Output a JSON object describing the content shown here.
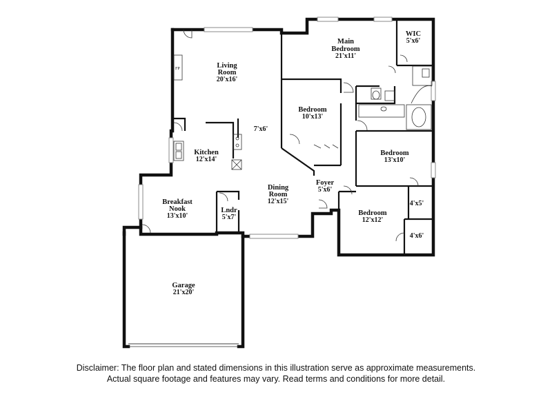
{
  "rooms": {
    "living": {
      "name": "Living",
      "name2": "Room",
      "dim": "20'x16'"
    },
    "main_bedroom": {
      "name": "Main",
      "name2": "Bedroom",
      "dim": "21'x11'"
    },
    "wic": {
      "name": "WIC",
      "dim": "5'x6'"
    },
    "bedroom_a": {
      "name": "Bedroom",
      "dim": "10'x13'"
    },
    "hall": {
      "dim": "7'x6'"
    },
    "kitchen": {
      "name": "Kitchen",
      "dim": "12'x14'"
    },
    "bedroom_b": {
      "name": "Bedroom",
      "dim": "13'x10'"
    },
    "dining": {
      "name": "Dining",
      "name2": "Room",
      "dim": "12'x15'"
    },
    "foyer": {
      "name": "Foyer",
      "dim": "5'x6'"
    },
    "breakfast": {
      "name": "Breakfast",
      "name2": "Nook",
      "dim": "13'x10'"
    },
    "laundry": {
      "name": "Lndr",
      "dim": "5'x7'"
    },
    "closet_a": {
      "dim": "4'x5'"
    },
    "bedroom_c": {
      "name": "Bedroom",
      "dim": "12'x12'"
    },
    "closet_b": {
      "dim": "4'x6'"
    },
    "garage": {
      "name": "Garage",
      "dim": "21'x20'"
    }
  },
  "fireplace_label": "FP",
  "disclaimer": {
    "line1": "Disclaimer: The floor plan and stated dimensions in this illustration serve as approximate measurements.",
    "line2": "Actual square footage and features may vary. Read terms and conditions for more detail."
  }
}
